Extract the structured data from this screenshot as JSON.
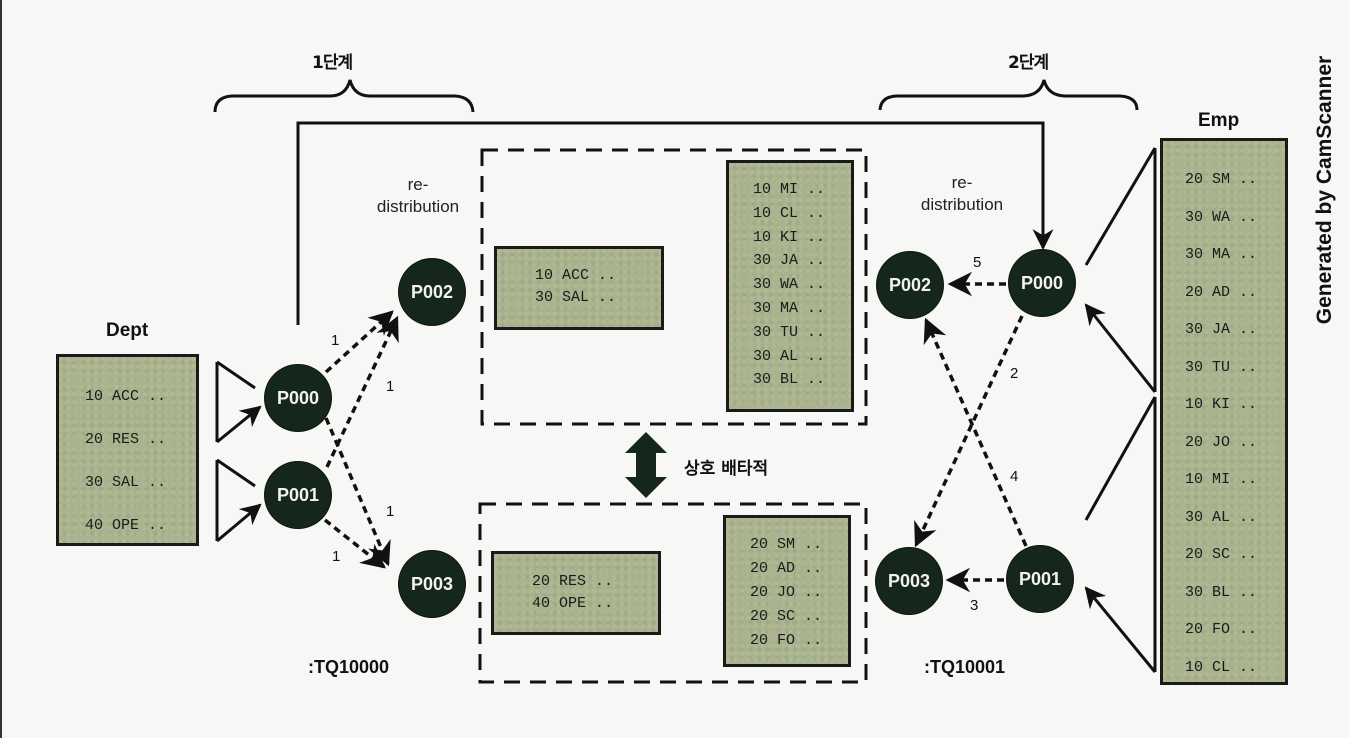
{
  "stages": {
    "stage1": "1단계",
    "stage2": "2단계"
  },
  "tables": {
    "dept": {
      "title": "Dept",
      "rows": [
        "10 ACC ..",
        "20 RES ..",
        "30 SAL ..",
        "40 OPE .."
      ]
    },
    "emp": {
      "title": "Emp",
      "rows": [
        "20 SM ..",
        "30 WA ..",
        "30 MA ..",
        "20 AD ..",
        "30 JA ..",
        "30 TU ..",
        "10 KI ..",
        "20 JO ..",
        "10 MI ..",
        "30 AL ..",
        "20 SC ..",
        "30 BL ..",
        "20 FO ..",
        "10 CL .."
      ]
    }
  },
  "groups": {
    "upper": {
      "dept_rows": [
        "10 ACC ..",
        "30 SAL .."
      ],
      "emp_rows": [
        "10 MI ..",
        "10 CL ..",
        "10 KI ..",
        "30 JA ..",
        "30 WA ..",
        "30 MA ..",
        "30 TU ..",
        "30 AL ..",
        "30 BL .."
      ]
    },
    "lower": {
      "dept_rows": [
        "20 RES ..",
        "40 OPE .."
      ],
      "emp_rows": [
        "20 SM ..",
        "20 AD ..",
        "20 JO ..",
        "20 SC ..",
        "20 FO .."
      ]
    }
  },
  "labels": {
    "redistribution_left": [
      "re-",
      "distribution"
    ],
    "redistribution_right": [
      "re-",
      "distribution"
    ],
    "tq_left": ":TQ10000",
    "tq_right": ":TQ10001",
    "mutually_exclusive": "상호 배타적",
    "watermark": "Generated by CamScanner"
  },
  "nodes": {
    "left_p000": "P000",
    "left_p001": "P001",
    "mid_p002": "P002",
    "mid_p003": "P003",
    "right_p000": "P000",
    "right_p001": "P001",
    "right_p002": "P002",
    "right_p003": "P003"
  },
  "edges": {
    "stage1": [
      "1",
      "1",
      "1",
      "1"
    ],
    "stage2": {
      "p000_to_p002": "5",
      "p000_to_p003": "2",
      "p001_to_p002": "4",
      "p001_to_p003": "3"
    }
  },
  "colors": {
    "node_fill": "#15261a",
    "table_fill": "#a9b38f",
    "line": "#111111"
  }
}
